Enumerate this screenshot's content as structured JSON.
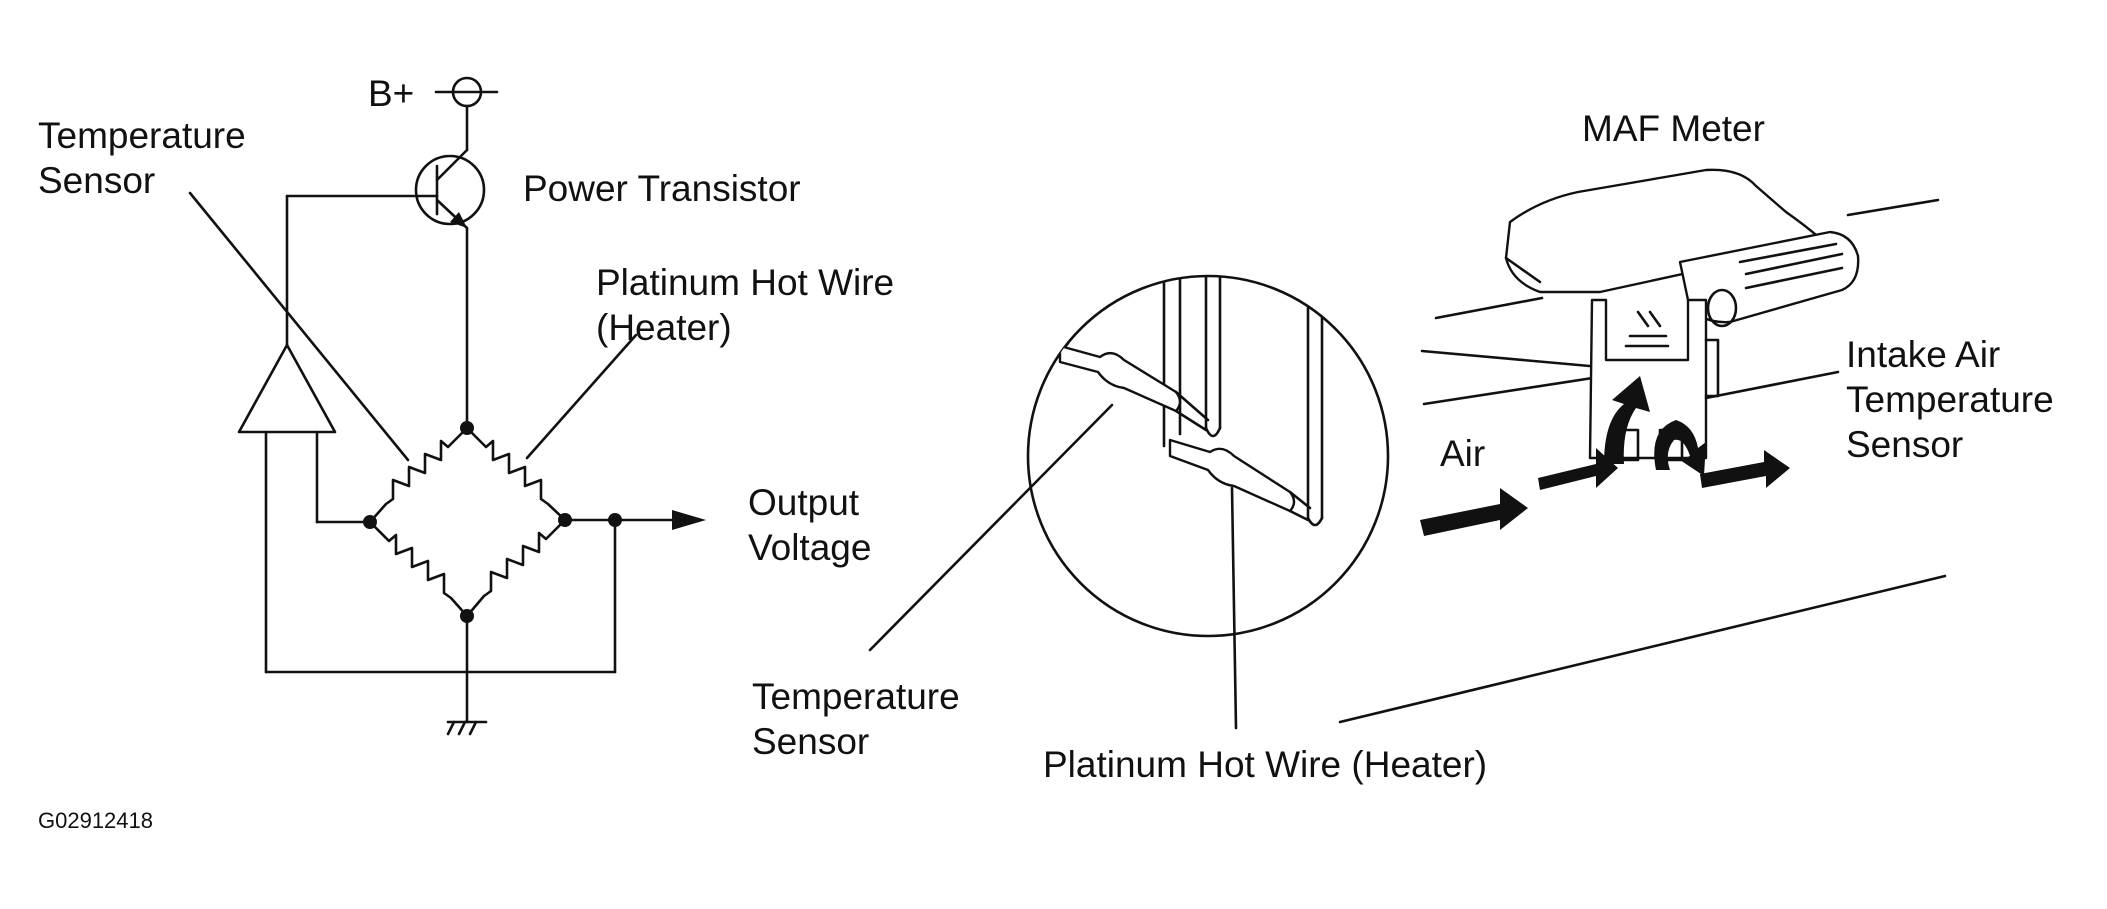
{
  "circuit": {
    "supply": "B+",
    "temperature_sensor": [
      "Temperature",
      "Sensor"
    ],
    "power_transistor": "Power Transistor",
    "platinum_hot_wire": [
      "Platinum Hot Wire",
      "(Heater)"
    ],
    "output_voltage": [
      "Output",
      "Voltage"
    ]
  },
  "detail": {
    "temperature_sensor": [
      "Temperature",
      "Sensor"
    ],
    "platinum_hot_wire": "Platinum Hot Wire (Heater)"
  },
  "meter": {
    "title": "MAF Meter",
    "air": "Air",
    "intake_air_temp_sensor": [
      "Intake Air",
      "Temperature",
      "Sensor"
    ]
  },
  "figure_code": "G02912418",
  "colors": {
    "ink": "#111111",
    "background": "#ffffff"
  }
}
